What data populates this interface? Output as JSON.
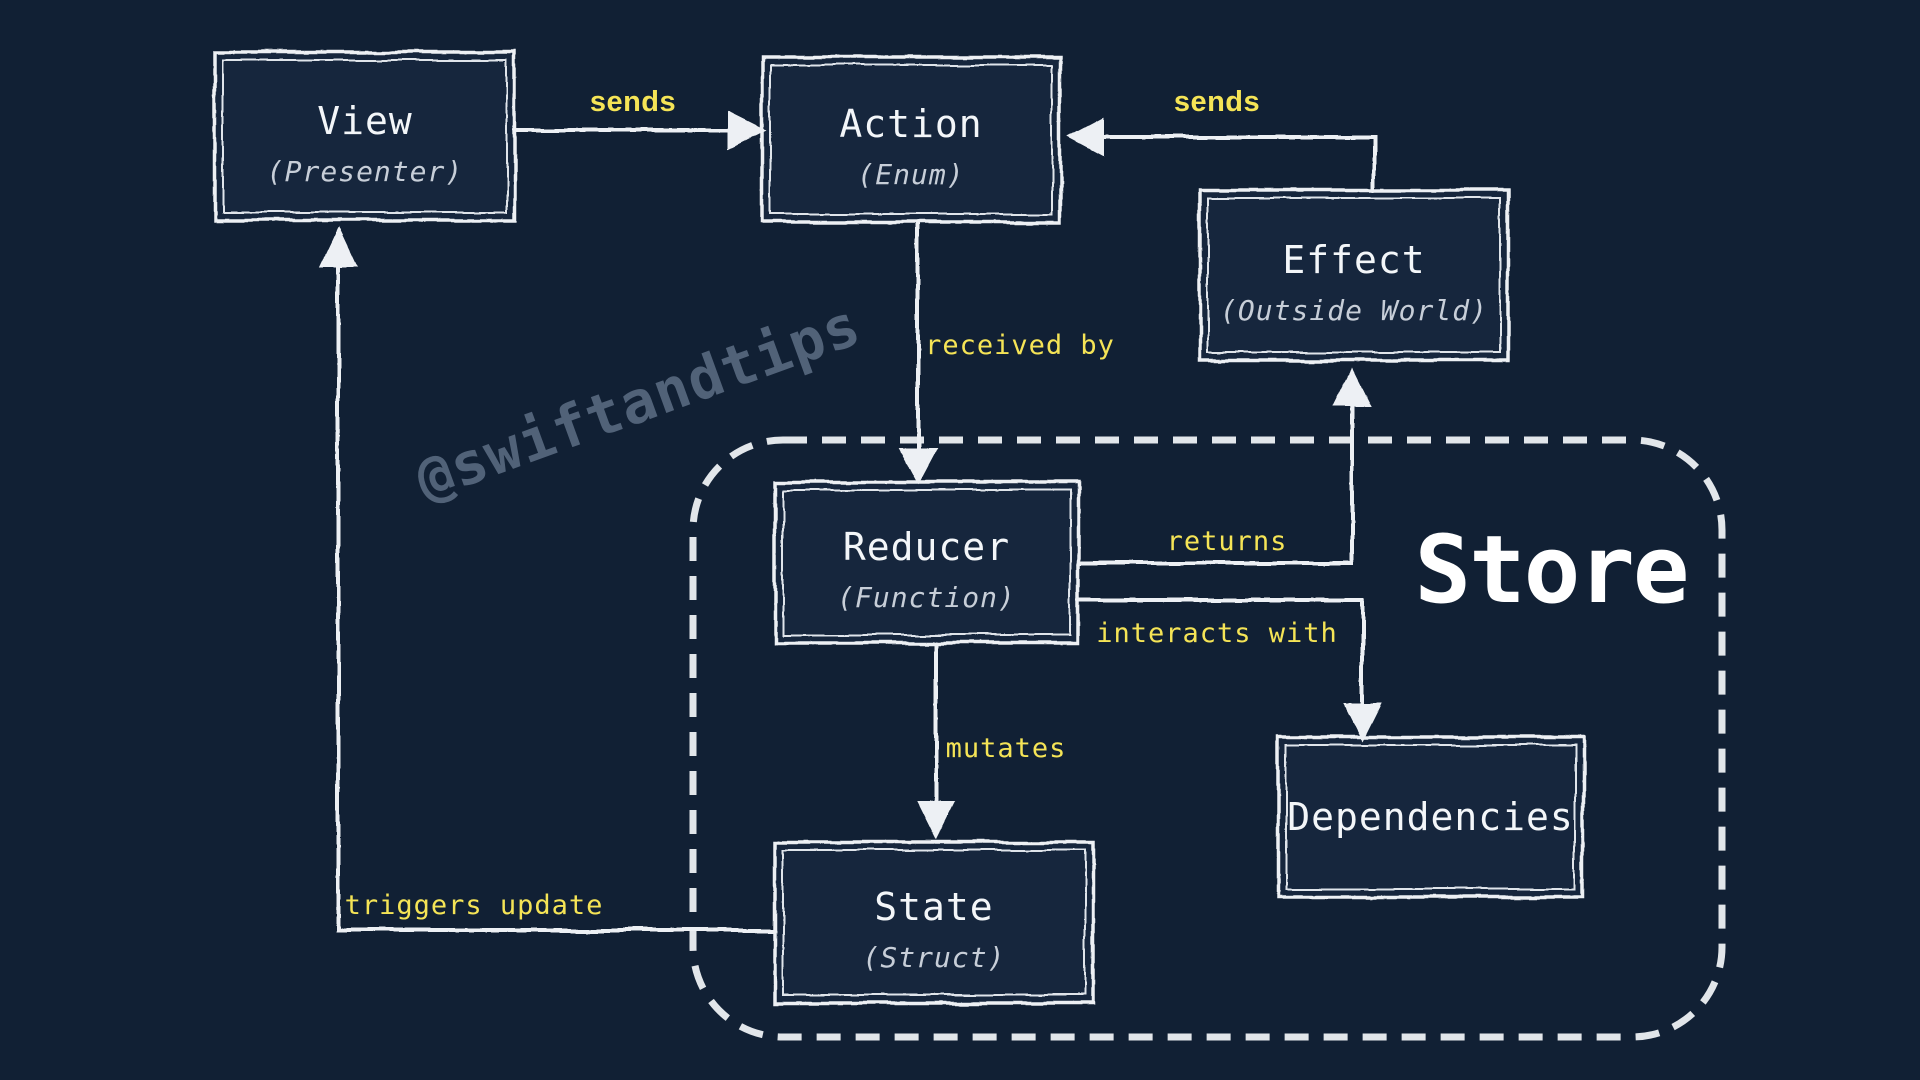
{
  "watermark": "@swiftandtips",
  "store": {
    "label": "Store"
  },
  "boxes": {
    "view": {
      "title": "View",
      "subtitle": "(Presenter)"
    },
    "action": {
      "title": "Action",
      "subtitle": "(Enum)"
    },
    "effect": {
      "title": "Effect",
      "subtitle": "(Outside World)"
    },
    "reducer": {
      "title": "Reducer",
      "subtitle": "(Function)"
    },
    "dependencies": {
      "title": "Dependencies"
    },
    "state": {
      "title": "State",
      "subtitle": "(Struct)"
    }
  },
  "edges": {
    "view_to_action": "sends",
    "effect_to_action": "sends",
    "action_to_reducer": "received by",
    "reducer_to_effect": "returns",
    "reducer_to_dependencies": "interacts with",
    "reducer_to_state": "mutates",
    "state_to_view": "triggers update"
  },
  "colors": {
    "background": "#112034",
    "box_fill": "#15263c",
    "stroke_white": "#edf0f4",
    "label_yellow": "#f5e456",
    "watermark_gray": "#55667c",
    "store_dash": "#e2e6ea"
  }
}
